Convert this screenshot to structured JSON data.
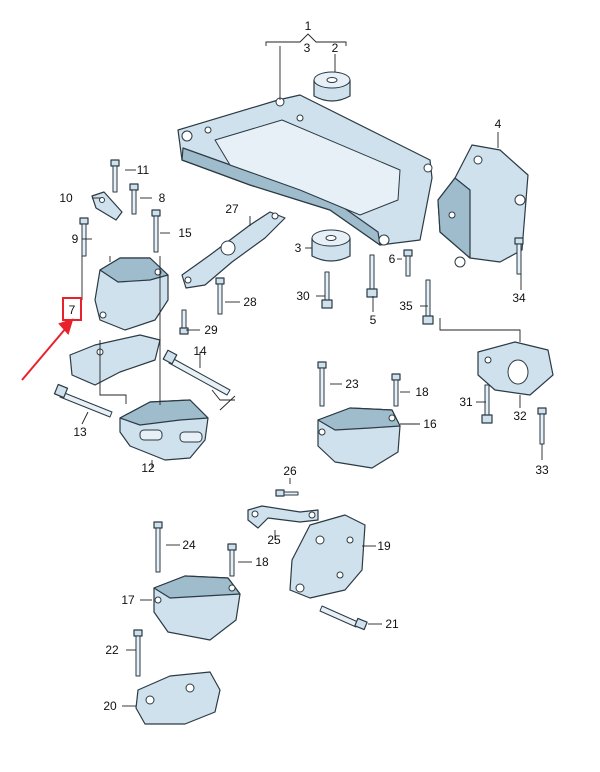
{
  "labels": {
    "p1": "1",
    "p2": "2",
    "p3a": "3",
    "p3b": "3",
    "p4": "4",
    "p5": "5",
    "p6": "6",
    "p7": "7",
    "p8": "8",
    "p9": "9",
    "p10": "10",
    "p11": "11",
    "p12": "12",
    "p13": "13",
    "p14": "14",
    "p15": "15",
    "p16": "16",
    "p17": "17",
    "p18a": "18",
    "p18b": "18",
    "p19": "19",
    "p20": "20",
    "p21": "21",
    "p22": "22",
    "p23": "23",
    "p24": "24",
    "p25": "25",
    "p26": "26",
    "p27": "27",
    "p28": "28",
    "p29": "29",
    "p30": "30",
    "p31": "31",
    "p32": "32",
    "p33": "33",
    "p34": "34",
    "p35": "35"
  },
  "highlight": {
    "part": "7",
    "color": "#e8222a"
  }
}
